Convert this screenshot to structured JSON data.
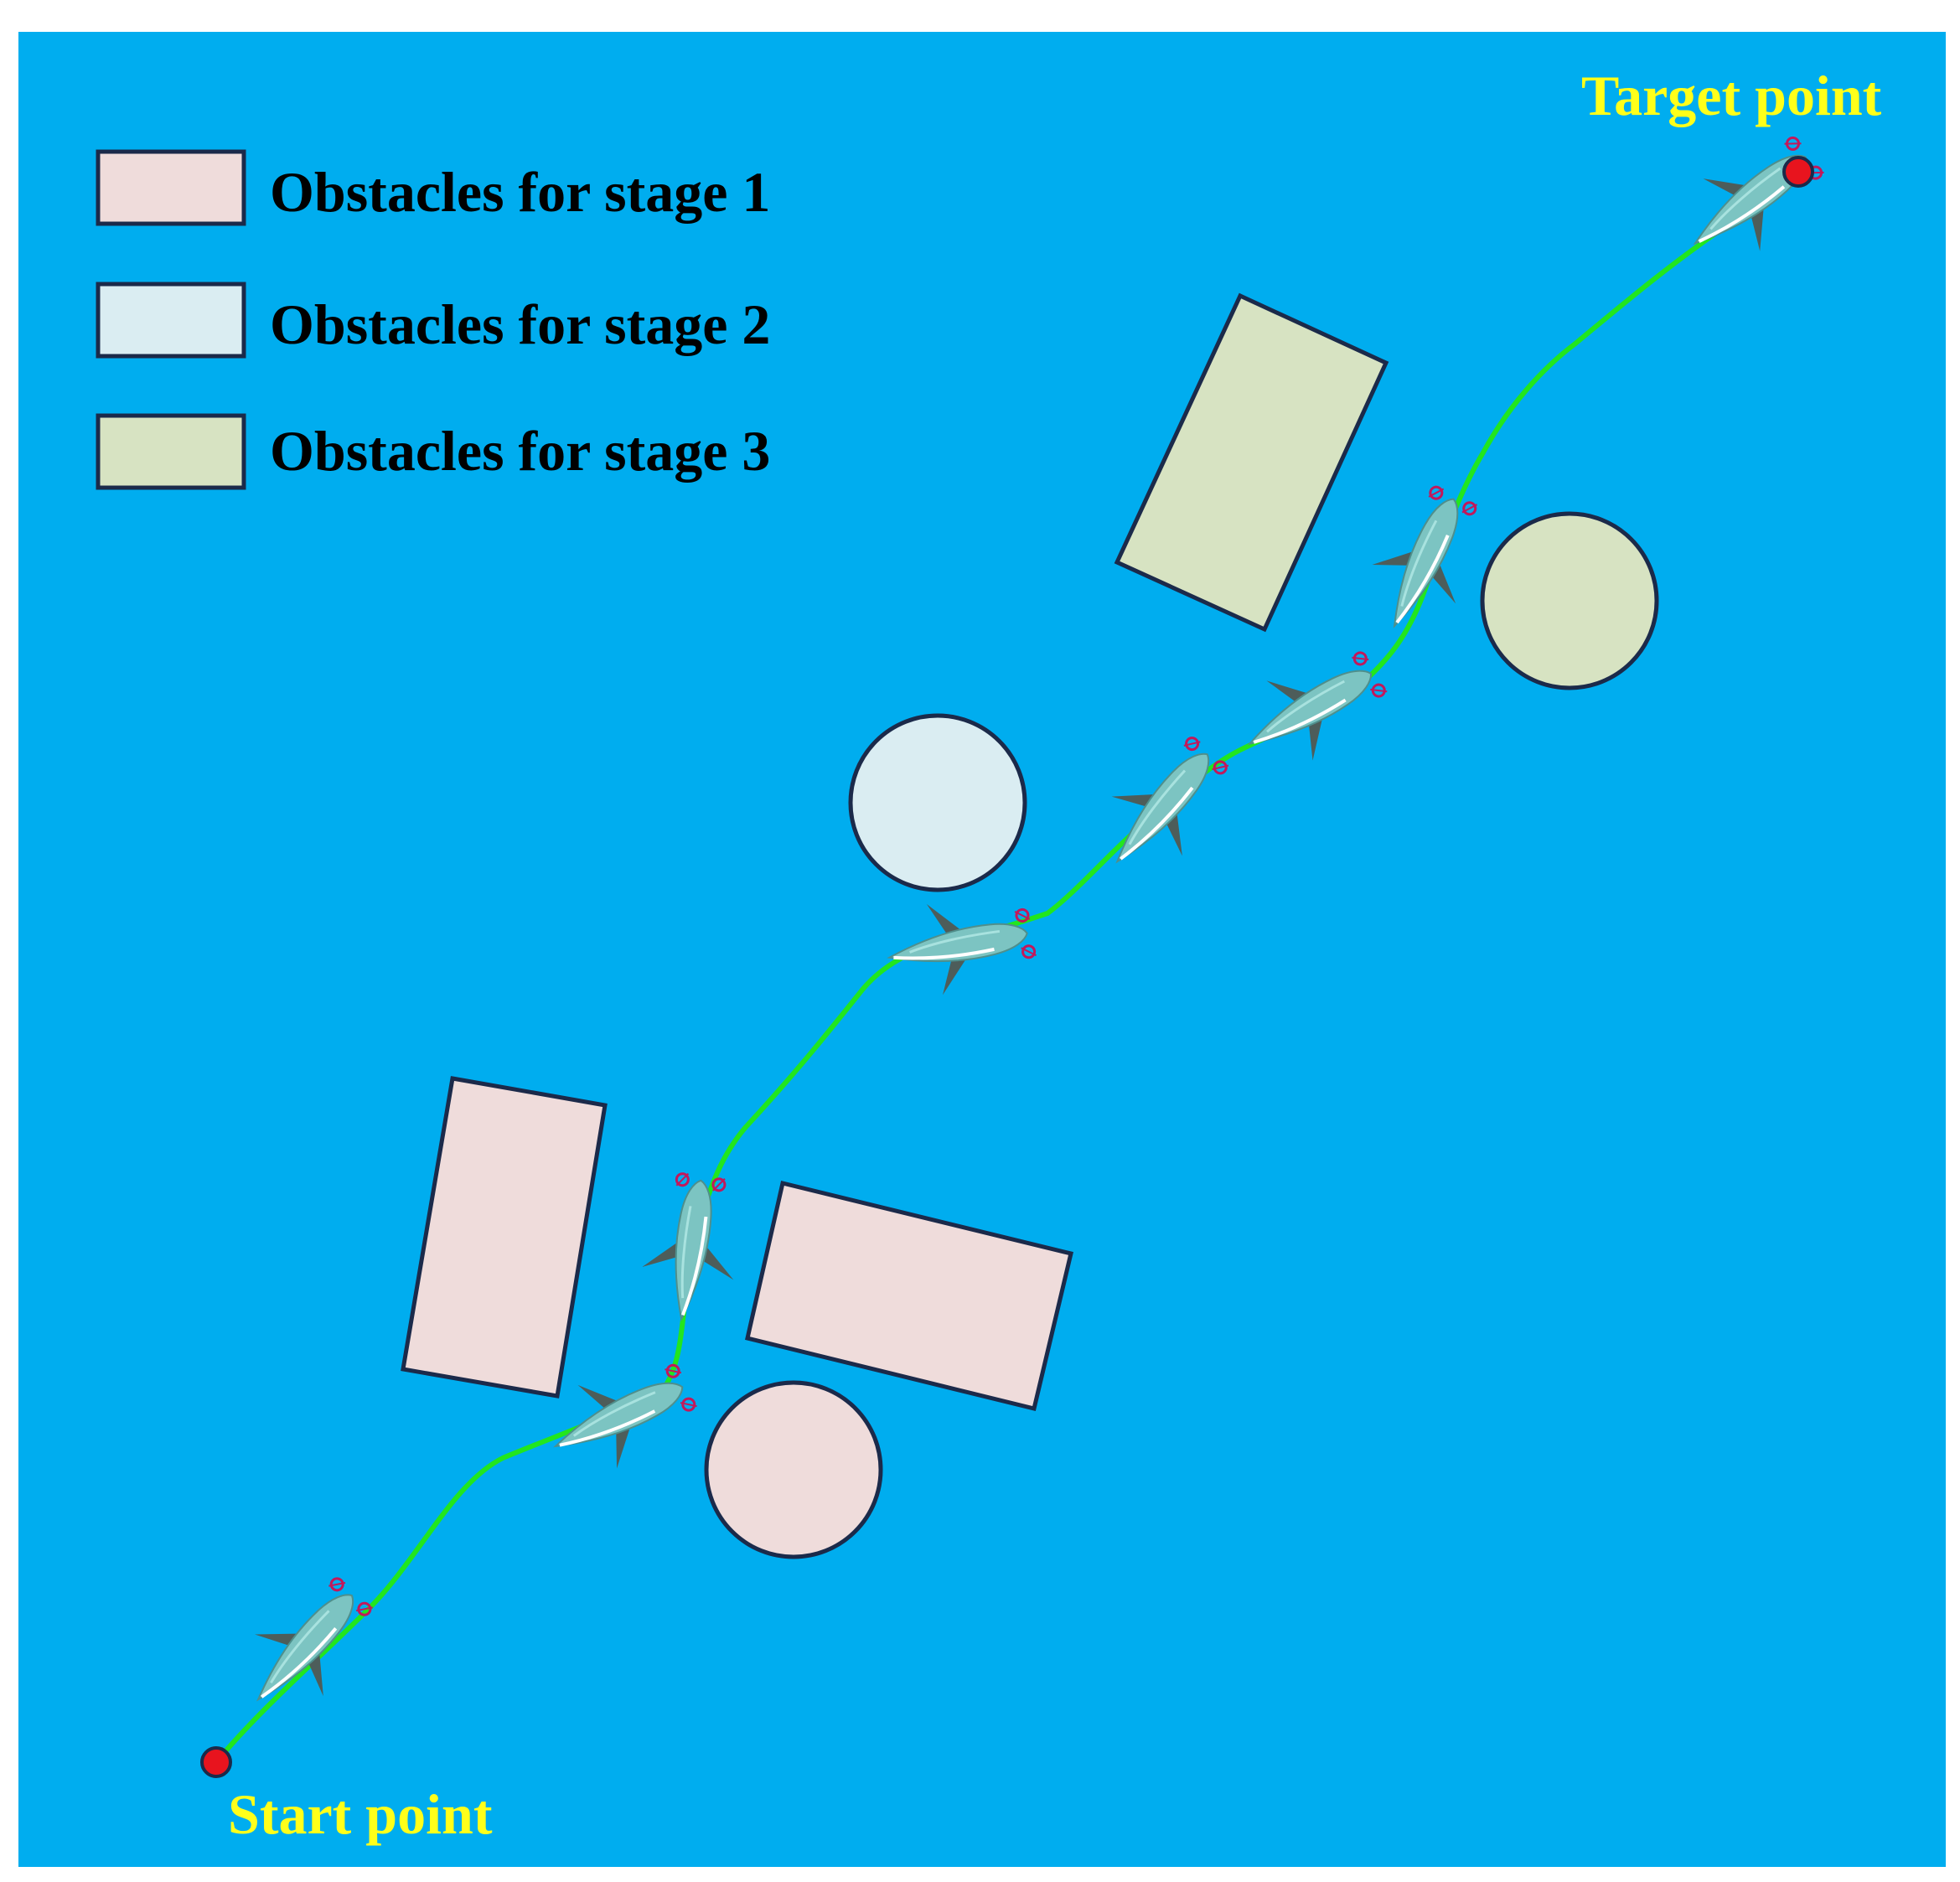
{
  "colors": {
    "water": "#00adef",
    "stage1": "#efdcdb",
    "stage2": "#daedf2",
    "stage3": "#d7e3c2",
    "outline": "#1b2a4a",
    "path": "#22e61e",
    "endpoint": "#e8141e",
    "label": "#ffff1a"
  },
  "legend": [
    {
      "label": "Obstacles for stage 1",
      "color_key": "stage1"
    },
    {
      "label": "Obstacles for stage 2",
      "color_key": "stage2"
    },
    {
      "label": "Obstacles for stage 3",
      "color_key": "stage3"
    }
  ],
  "labels": {
    "start": "Start point",
    "target": "Target point"
  },
  "icons": {
    "vehicle": "fish-robot-icon",
    "endpoint": "red-dot-icon"
  }
}
